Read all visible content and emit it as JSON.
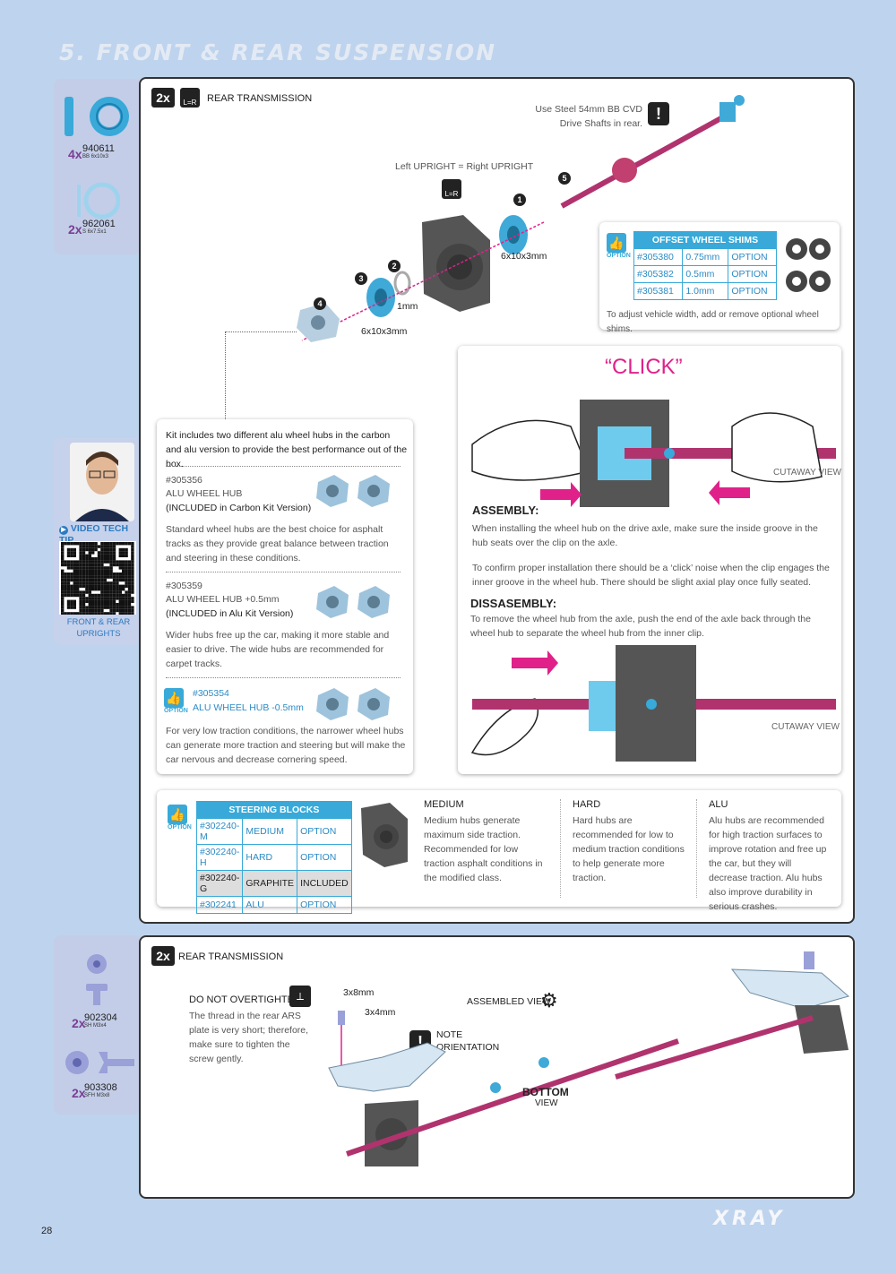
{
  "page_title": "5. FRONT & REAR SUSPENSION",
  "page_number": "28",
  "brand": "XRAY",
  "parts_top": [
    {
      "qty": "4x",
      "number": "940611",
      "desc": "BB 6x10x3"
    },
    {
      "qty": "2x",
      "number": "962061",
      "desc": "S 6x7.5x1"
    }
  ],
  "video": {
    "label": "VIDEO TECH TIP",
    "caption": "FRONT & REAR UPRIGHTS"
  },
  "step1": {
    "badge": "2x",
    "lr": "L=R",
    "title": "REAR TRANSMISSION",
    "note_steel": "Use Steel 54mm BB CVD Drive Shafts in rear.",
    "upright_note": "Left UPRIGHT = Right UPRIGHT",
    "labels": {
      "bearing1": "6x10x3mm",
      "shim": "1mm",
      "bearing2": "6x10x3mm"
    },
    "nums": [
      "1",
      "2",
      "3",
      "4",
      "5"
    ]
  },
  "shims": {
    "header": "OFFSET WHEEL SHIMS",
    "option_label": "OPTION",
    "rows": [
      [
        "#305380",
        "0.75mm",
        "OPTION"
      ],
      [
        "#305382",
        "0.5mm",
        "OPTION"
      ],
      [
        "#305381",
        "1.0mm",
        "OPTION"
      ]
    ],
    "note": "To adjust vehicle width, add or remove optional wheel shims."
  },
  "hubs": {
    "intro": "Kit includes two different alu wheel hubs in the carbon and alu version to provide the best performance out of the box.",
    "hub1": {
      "num": "#305356",
      "name": "ALU WHEEL HUB",
      "incl": "(INCLUDED in Carbon Kit Version)",
      "text": "Standard wheel hubs are the best choice for asphalt tracks as they provide great balance between traction and steering in these conditions."
    },
    "hub2": {
      "num": "#305359",
      "name": "ALU WHEEL HUB +0.5mm",
      "incl": "(INCLUDED in Alu Kit Version)",
      "text": "Wider hubs free up the car, making it more stable and easier to drive. The wide hubs are recommended for carpet tracks."
    },
    "hub3": {
      "num": "#305354",
      "name": "ALU WHEEL HUB -0.5mm",
      "option": "OPTION",
      "text": "For very low traction conditions, the narrower wheel hubs can generate more traction and steering but will make the car nervous and decrease cornering speed."
    }
  },
  "click": {
    "title": "“CLICK”",
    "cutaway": "CUTAWAY VIEW",
    "assembly_h": "ASSEMBLY:",
    "assembly_1": "When installing the wheel hub on the drive axle, make sure the inside groove in the hub seats over the clip on the axle.",
    "assembly_2": "To confirm proper installation there should be a ‘click’ noise when the clip engages the inner groove in the wheel hub. There should be slight axial play once fully seated.",
    "dis_h": "DISSASEMBLY:",
    "dis_1": "To remove the wheel hub from the axle, push the end of the axle back through the wheel hub to separate the wheel hub from the inner clip.",
    "cutaway2": "CUTAWAY VIEW"
  },
  "steering": {
    "header": "STEERING BLOCKS",
    "option_label": "OPTION",
    "rows": [
      [
        "#302240-M",
        "MEDIUM",
        "OPTION"
      ],
      [
        "#302240-H",
        "HARD",
        "OPTION"
      ],
      [
        "#302240-G",
        "GRAPHITE",
        "INCLUDED"
      ],
      [
        "#302241",
        "ALU",
        "OPTION"
      ]
    ],
    "medium_h": "MEDIUM",
    "medium": "Medium hubs generate maximum side traction. Recommended for low traction asphalt conditions in the modified class.",
    "hard_h": "HARD",
    "hard": "Hard hubs are recommended for low to medium traction conditions to help generate more traction.",
    "alu_h": "ALU",
    "alu": "Alu hubs are recommended for high traction surfaces to improve rotation and free up the car, but they will decrease traction. Alu hubs also improve durability in serious crashes."
  },
  "parts_bottom": [
    {
      "qty": "2x",
      "number": "902304",
      "desc": "SH M3x4"
    },
    {
      "qty": "2x",
      "number": "903308",
      "desc": "SFH M3x8"
    }
  ],
  "step2": {
    "badge": "2x",
    "title": "REAR TRANSMISSION",
    "overtighten_h": "DO NOT OVERTIGHTEN",
    "overtighten": "The thread in the rear ARS plate is very short; therefore, make sure to tighten the screw gently.",
    "screw1": "3x8mm",
    "screw2": "3x4mm",
    "note": "NOTE ORIENTATION",
    "assembled": "ASSEMBLED VIEW",
    "bottom": "BOTTOM",
    "view": "VIEW"
  },
  "colors": {
    "accent": "#38a9d8",
    "purple": "#7a3e93",
    "pink": "#e0218a",
    "bg": "#bed3ed"
  }
}
